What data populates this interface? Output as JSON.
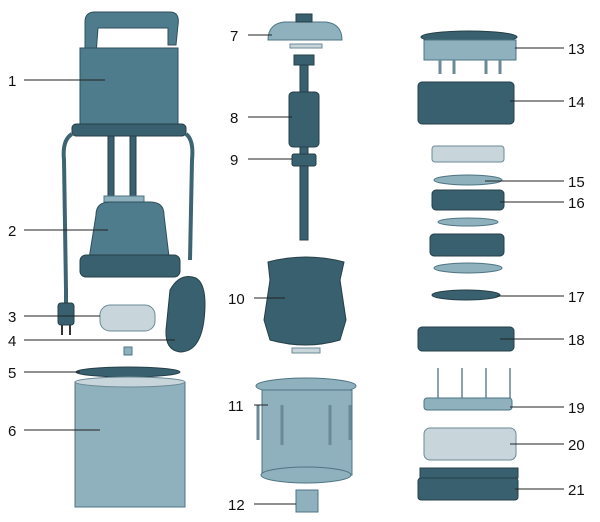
{
  "title": "Submersible pump exploded view",
  "part_numbers": [
    "1",
    "2",
    "3",
    "4",
    "5",
    "6",
    "7",
    "8",
    "9",
    "10",
    "11",
    "12",
    "13",
    "14",
    "15",
    "16",
    "17",
    "18",
    "19",
    "20",
    "21"
  ],
  "colors": {
    "body": "#4e7c8c",
    "dark": "#38606e",
    "light": "#8fb0bd"
  }
}
